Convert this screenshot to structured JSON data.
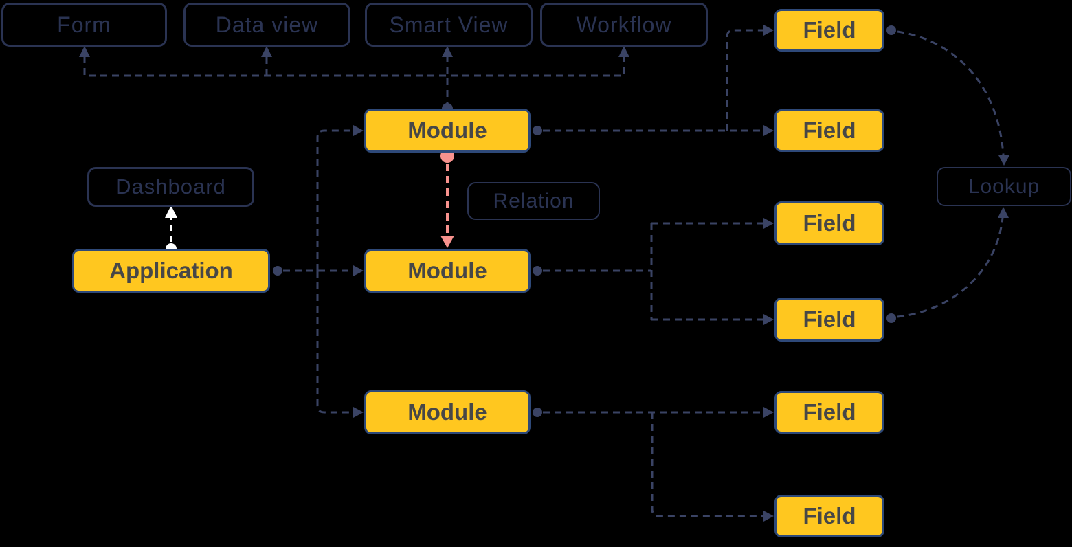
{
  "diagram": {
    "colors": {
      "background": "#000000",
      "node_fill": "#ffc71f",
      "node_border": "#2e4979",
      "node_text": "#474747",
      "outline": "#2a3352",
      "connector": "#3a4364",
      "relation_connector": "#f8928e",
      "dashboard_connector": "#ffffff"
    },
    "nodes": {
      "form": {
        "label": "Form"
      },
      "data_view": {
        "label": "Data view"
      },
      "smart_view": {
        "label": "Smart View"
      },
      "workflow": {
        "label": "Workflow"
      },
      "dashboard": {
        "label": "Dashboard"
      },
      "application": {
        "label": "Application"
      },
      "module_1": {
        "label": "Module"
      },
      "module_2": {
        "label": "Module"
      },
      "module_3": {
        "label": "Module"
      },
      "relation": {
        "label": "Relation"
      },
      "field_1": {
        "label": "Field"
      },
      "field_2": {
        "label": "Field"
      },
      "field_3": {
        "label": "Field"
      },
      "field_4": {
        "label": "Field"
      },
      "field_5": {
        "label": "Field"
      },
      "field_6": {
        "label": "Field"
      },
      "lookup": {
        "label": "Lookup"
      }
    },
    "edges": [
      {
        "from": "module_1",
        "to": "form",
        "style": "dashed-navy"
      },
      {
        "from": "module_1",
        "to": "data_view",
        "style": "dashed-navy"
      },
      {
        "from": "module_1",
        "to": "smart_view",
        "style": "dashed-navy"
      },
      {
        "from": "module_1",
        "to": "workflow",
        "style": "dashed-navy"
      },
      {
        "from": "application",
        "to": "dashboard",
        "style": "dashed-white"
      },
      {
        "from": "application",
        "to": "module_1",
        "style": "dashed-navy"
      },
      {
        "from": "application",
        "to": "module_2",
        "style": "dashed-navy"
      },
      {
        "from": "application",
        "to": "module_3",
        "style": "dashed-navy"
      },
      {
        "from": "module_1",
        "to": "field_1",
        "style": "dashed-navy"
      },
      {
        "from": "module_1",
        "to": "field_2",
        "style": "dashed-navy"
      },
      {
        "from": "module_1",
        "to": "module_2",
        "style": "dashed-pink",
        "label": "relation"
      },
      {
        "from": "module_2",
        "to": "field_3",
        "style": "dashed-navy"
      },
      {
        "from": "module_2",
        "to": "field_4",
        "style": "dashed-navy"
      },
      {
        "from": "module_3",
        "to": "field_5",
        "style": "dashed-navy"
      },
      {
        "from": "module_3",
        "to": "field_6",
        "style": "dashed-navy"
      },
      {
        "from": "field_1",
        "to": "lookup",
        "style": "dashed-navy-curve"
      },
      {
        "from": "field_4",
        "to": "lookup",
        "style": "dashed-navy-curve"
      }
    ]
  }
}
